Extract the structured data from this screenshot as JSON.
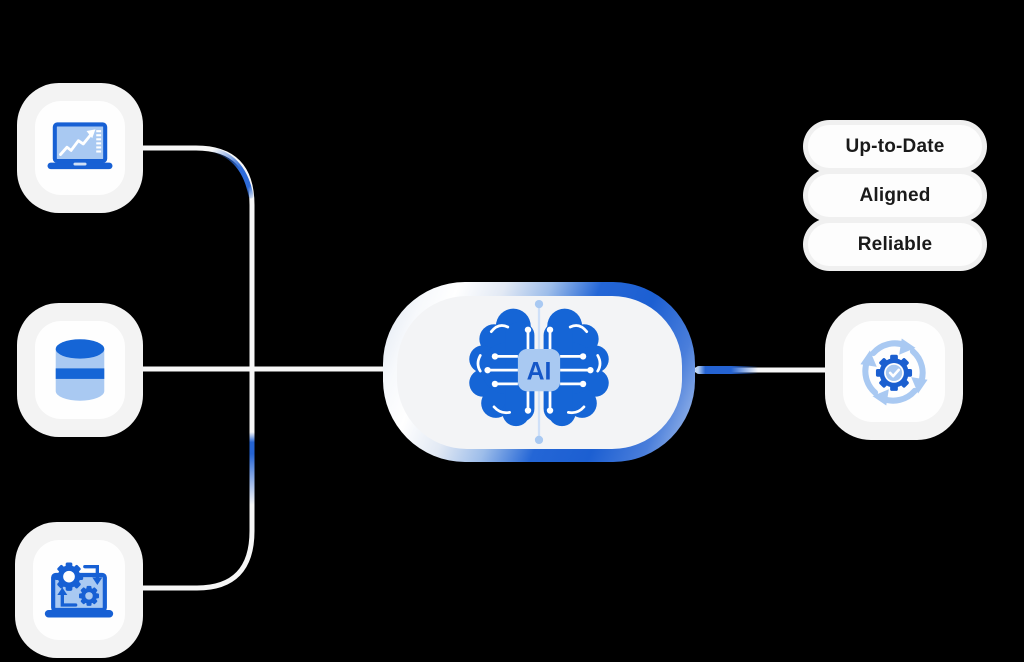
{
  "canvas": {
    "background": "#000000"
  },
  "colors": {
    "primary_blue": "#1565d6",
    "light_blue": "#a9c9f2",
    "connector_white": "#f7f7f7",
    "connector_blue": "#2e6bd8",
    "card_bg": "#f3f3f3",
    "card_inner_bg": "#fefefe",
    "capsule_fill": "#f3f4f6",
    "badge_bg": "#fdfdfd",
    "badge_text": "#1a1a1a"
  },
  "flow": {
    "sources": [
      {
        "id": "analytics",
        "icon": "laptop-analytics-icon"
      },
      {
        "id": "database",
        "icon": "database-icon"
      },
      {
        "id": "automation",
        "icon": "laptop-gears-icon"
      }
    ],
    "center": {
      "icon": "ai-brain-chip-icon",
      "chip_label": "AI"
    },
    "output": {
      "icon": "sync-gear-check-icon"
    },
    "badges": [
      {
        "label": "Up-to-Date"
      },
      {
        "label": "Aligned"
      },
      {
        "label": "Reliable"
      }
    ]
  }
}
